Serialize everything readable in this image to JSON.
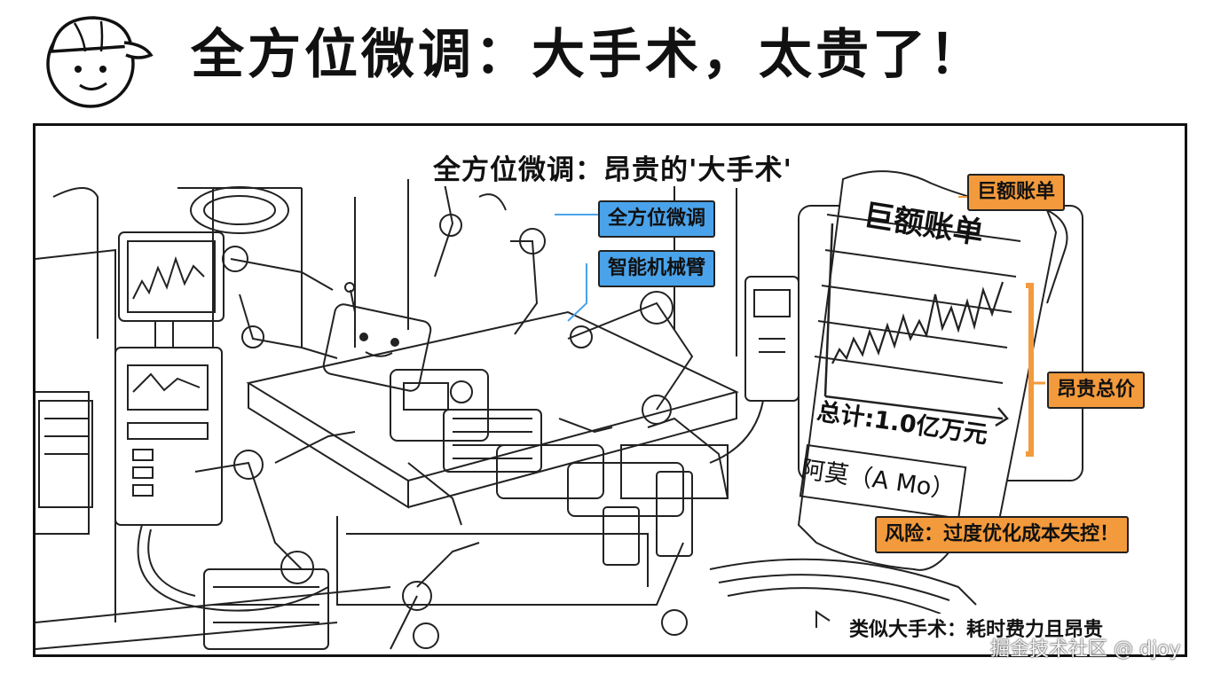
{
  "header": {
    "title": "全方位微调：大手术，太贵了！"
  },
  "panel": {
    "title": "全方位微调：昂贵的'大手术'"
  },
  "labels": {
    "full_finetune": "全方位微调",
    "robot_arm": "智能机械臂",
    "huge_bill_tag": "巨额账单",
    "expensive_total": "昂贵总价",
    "risk": "风险：过度优化成本失控！"
  },
  "receipt": {
    "heading": "巨额账单",
    "total": "总计:1.0亿万元",
    "name": "阿莫（A Mo）"
  },
  "caption": "类似大手术：耗时费力且昂贵",
  "watermark": "掘金技术社区 @ djoy",
  "colors": {
    "tag_blue": "#4aa3ea",
    "tag_orange": "#f39a3c",
    "ink": "#111111"
  }
}
